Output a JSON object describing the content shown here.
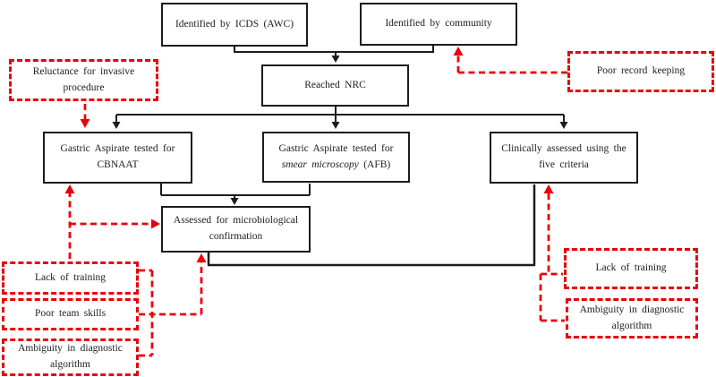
{
  "diagram_title": "TB diagnosis pathway flowchart with barriers",
  "colors": {
    "line_black": "#1c1c1c",
    "dashed_red": "#e8000b",
    "background": "#ffffff"
  },
  "nodes": {
    "icds": {
      "label": "Identified by ICDS (AWC)"
    },
    "community": {
      "label": "Identified by community"
    },
    "nrc": {
      "label": "Reached NRC"
    },
    "cbnaat": {
      "label": "Gastric Aspirate tested for CBNAAT"
    },
    "smear": {
      "prefix": "Gastric Aspirate tested for",
      "italic": "smear microscopy",
      "suffix": "(AFB)"
    },
    "clinical": {
      "label": "Clinically assessed using the five criteria"
    },
    "assessed": {
      "label": "Assessed for microbiological confirmation"
    }
  },
  "barriers": {
    "reluctance": {
      "label": "Reluctance for invasive procedure"
    },
    "poor_record": {
      "label": "Poor record keeping"
    },
    "lack_training_left": {
      "label": "Lack of training"
    },
    "poor_team_skills": {
      "label": "Poor team skills"
    },
    "ambiguity_left": {
      "label": "Ambiguity in diagnostic algorithm"
    },
    "lack_training_right": {
      "label": "Lack of training"
    },
    "ambiguity_right": {
      "label": "Ambiguity in diagnostic algorithm"
    }
  }
}
